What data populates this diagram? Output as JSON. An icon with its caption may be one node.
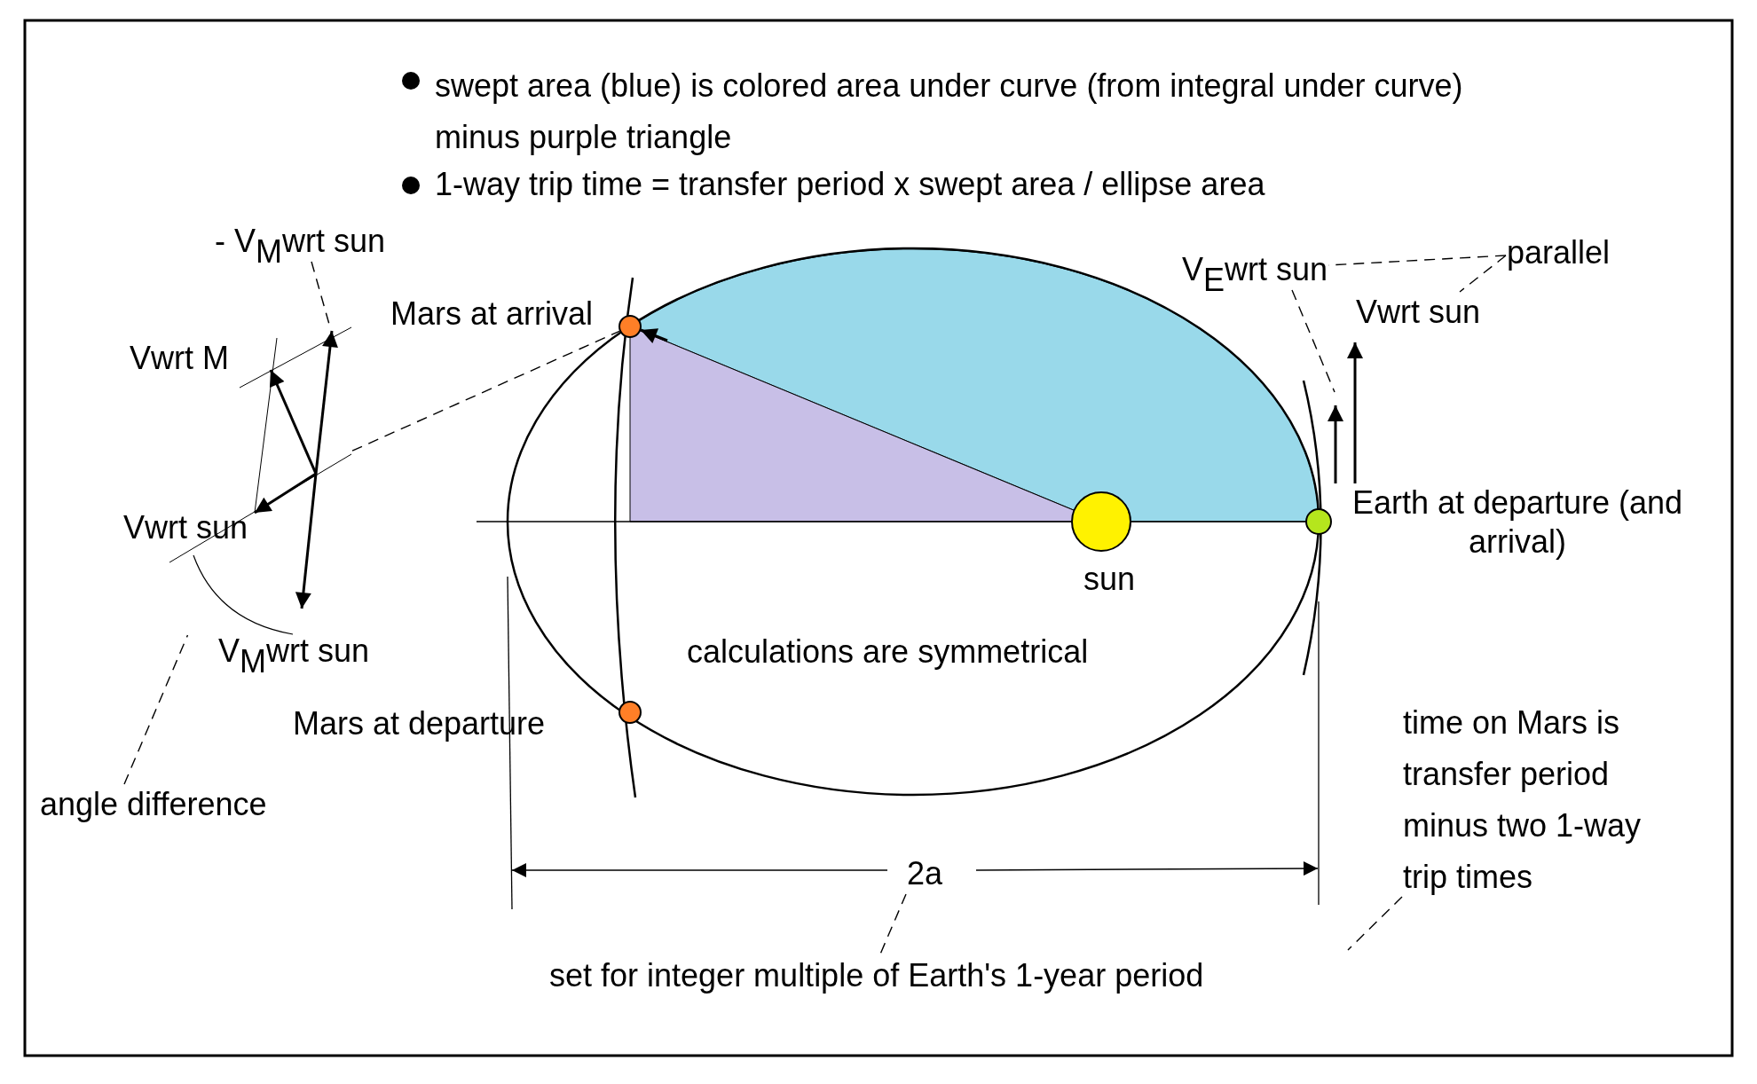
{
  "diagram": {
    "nodes": [
      {
        "text": [
          "- V$_{M}$wrt sun"
        ]
      },
      {
        "text": [],
        "shape": "circle",
        "beside": [
          "Mars at arrival"
        ]
      },
      {
        "text": [],
        "shape": "circle",
        "beside": [
          "Mars at departure"
        ]
      },
      {
        "text": [],
        "shape": "circle",
        "beside": [
          "sun"
        ]
      },
      {
        "text": [],
        "shape": "circle",
        "beside": [
          "Earth at departure (and arrival)"
        ]
      },
      {
        "text": [
          "angle difference"
        ]
      },
      {
        "text": [
          "V$_{E}$wrt sun"
        ]
      },
      {
        "text": [
          "parallel"
        ]
      },
      {
        "text": [
          "Vwrt sun"
        ]
      },
      {
        "text": [
          "2a"
        ]
      },
      {
        "text": [
          "set for integer multiple of Earth's 1-year period"
        ]
      },
      {
        "text": [
          "time on Mars is transfer period minus two 1-way trip times"
        ]
      },
      {
        "text": [],
        "shape": "picture"
      },
      {
        "text": [],
        "shape": "picture"
      }
    ],
    "edges": [
      {
        "from": 0,
        "to": 12,
        "arrow": "none",
        "style": "dashed"
      },
      {
        "from": 12,
        "to": 1,
        "arrow": "none",
        "style": "dashed"
      },
      {
        "from": 5,
        "to": 12,
        "arrow": "none",
        "style": "dashed"
      },
      {
        "from": 6,
        "to": 13,
        "arrow": "none",
        "style": "dashed"
      },
      {
        "from": 7,
        "to": 6,
        "arrow": "none",
        "style": "dashed"
      },
      {
        "from": 7,
        "to": 8,
        "arrow": "none",
        "style": "dashed"
      },
      {
        "from": 9,
        "to": 10,
        "arrow": "none",
        "style": "dashed"
      },
      {
        "from": 11,
        "to": null,
        "arrow": "none",
        "style": "dashed"
      }
    ],
    "labels": [
      "swept area (blue) is colored area under curve (from integral under curve) minus purple triangle",
      "1-way trip time = transfer period x swept area / ellipse area",
      "Vwrt M",
      "Vwrt sun",
      "V$_{M}$wrt sun",
      "calculations are symmetrical"
    ]
  }
}
